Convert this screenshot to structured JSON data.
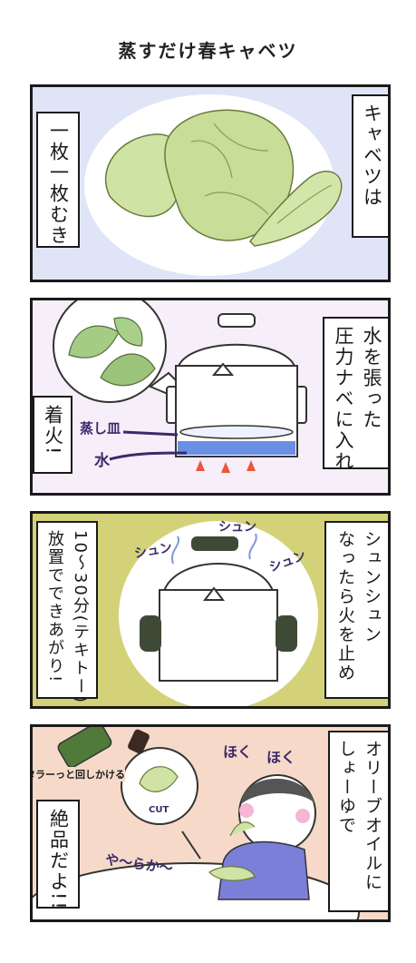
{
  "title": "蒸すだけ春キャベツ",
  "panel1": {
    "right_box": [
      "キャベツは"
    ],
    "left_box": [
      "一枚一枚むき"
    ]
  },
  "panel2": {
    "right_box": [
      "水を張った",
      "圧力ナベに入れ"
    ],
    "left_box": [
      "着火!"
    ],
    "label_steamer": "蒸し皿",
    "label_water": "水"
  },
  "panel3": {
    "right_box": [
      "シュンシュン",
      "なったら火を止め"
    ],
    "left_box": [
      "10〜30分(テキトー)",
      "放置でできあがり!"
    ],
    "sfx_1": "シュン",
    "sfx_2": "シュン",
    "sfx_3": "シュン"
  },
  "panel4": {
    "right_box": [
      "オリーブオイルに",
      "しょーゆで"
    ],
    "left_box": [
      "絶品だよ!!"
    ],
    "label_pour": "タラーっと回しかける",
    "sfx_hoku1": "ほく",
    "sfx_hoku2": "ほく",
    "sfx_soft": "や〜らか〜",
    "label_cut": "CUT"
  },
  "colors": {
    "cabbage": "#cfe4a4",
    "water": "#6b8fe3",
    "fire": "#e8583a",
    "pot_handle": "#3f4a36"
  }
}
